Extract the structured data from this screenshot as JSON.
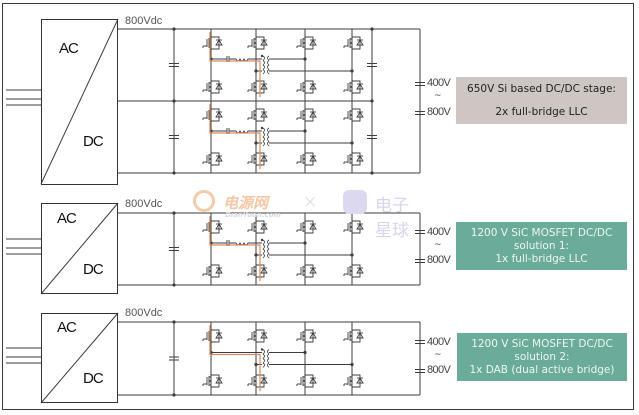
{
  "figure": {
    "sections": [
      {
        "id": "si-2x-llc",
        "converter": {
          "ac_label": "AC",
          "dc_label": "DC"
        },
        "bus_label": "800Vdc",
        "output_range": {
          "low": "400V",
          "sep": "~",
          "high": "800V"
        },
        "note": {
          "lines": [
            "650V Si based DC/DC stage:",
            "2x full-bridge LLC"
          ],
          "style": "grey"
        }
      },
      {
        "id": "sic-1x-llc",
        "converter": {
          "ac_label": "AC",
          "dc_label": "DC"
        },
        "bus_label": "800Vdc",
        "output_range": {
          "low": "400V",
          "sep": "~",
          "high": "800V"
        },
        "note": {
          "lines": [
            "1200 V SiC MOSFET DC/DC",
            "solution 1:",
            "1x full-bridge LLC"
          ],
          "style": "green"
        }
      },
      {
        "id": "sic-1x-dab",
        "converter": {
          "ac_label": "AC",
          "dc_label": "DC"
        },
        "bus_label": "800Vdc",
        "output_range": {
          "low": "400V",
          "sep": "~",
          "high": "800V"
        },
        "note": {
          "lines": [
            "1200 V SiC MOSFET DC/DC",
            "solution 2:",
            "1x DAB (dual active bridge)"
          ],
          "style": "green"
        }
      }
    ],
    "watermark": {
      "left_brand": "电源网",
      "left_sub": "DianYuan.com",
      "separator": "×",
      "right_brand": "电子星球"
    },
    "colors": {
      "wire": "#3c3c3c",
      "current_path": "#d98b5a",
      "grey_note": "#cdc6c2",
      "green_note": "#6aab99"
    }
  }
}
